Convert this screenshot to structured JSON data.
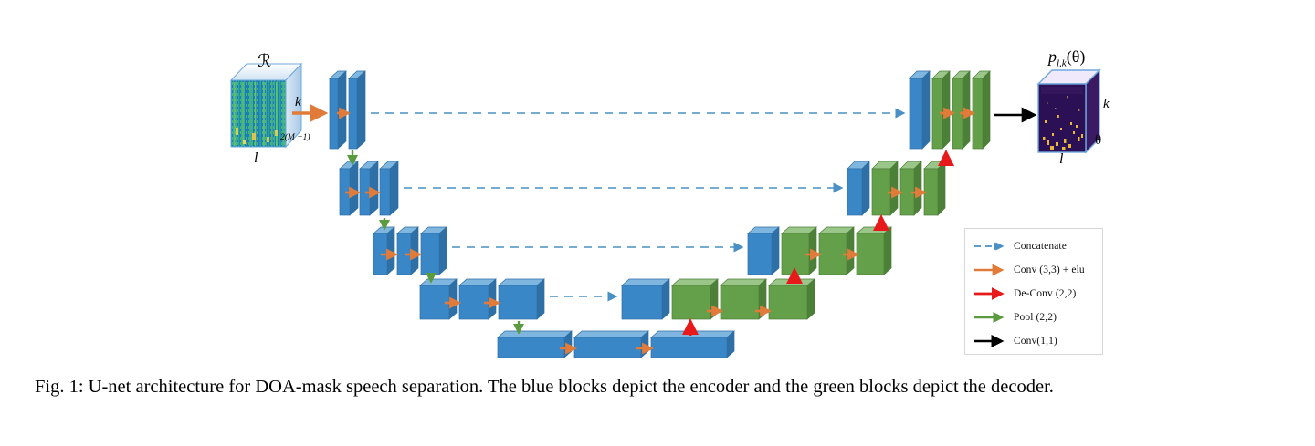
{
  "figure": {
    "id": "fig-1",
    "caption": "Fig. 1: U-net architecture for DOA-mask speech separation. The blue blocks depict the encoder and the green blocks depict the decoder.",
    "caption_prefix": "Fig. 1:",
    "title": "U-net architecture for DOA-mask speech separation"
  },
  "colors": {
    "encoder_blue": "#3A87C8",
    "encoder_blue_top": "#7FB6DF",
    "encoder_blue_side": "#2E6FA6",
    "decoder_green": "#64A04A",
    "decoder_green_top": "#9BC68A",
    "decoder_green_side": "#4C7F38",
    "concatenate": "#4A90C4",
    "conv33": "#E07B39",
    "deconv": "#E8191A",
    "pool": "#5B9B3F",
    "conv11": "#000000",
    "input_cube_outline": "#6FA8DC",
    "output_cube_outline": "#6FA8DC",
    "output_cube_fill": "#2B1055"
  },
  "input_cube": {
    "name": "input-tensor",
    "label_top": "ℛ",
    "label_depth": "k",
    "label_channels": "2(M −1)",
    "label_width": "l",
    "texture": "spectrogram-viridis"
  },
  "output_cube": {
    "name": "output-tensor",
    "label_top": "p",
    "label_top_sub": "l,k",
    "label_top_arg": "(θ)",
    "label_depth": "k",
    "label_angle": "θ",
    "label_width": "l",
    "texture": "doa-mask-sparse"
  },
  "legend": {
    "name": "legend-box",
    "items": [
      {
        "label": "Concatenate",
        "style": "dashed",
        "color": "#4A90C4",
        "icon": "arrow-right-dashed-icon"
      },
      {
        "label": "Conv (3,3) + elu",
        "style": "solid",
        "color": "#E07B39",
        "icon": "arrow-right-icon"
      },
      {
        "label": "De-Conv (2,2)",
        "style": "solid",
        "color": "#E8191A",
        "icon": "arrow-right-icon"
      },
      {
        "label": "Pool (2,2)",
        "style": "solid",
        "color": "#5B9B3F",
        "icon": "arrow-right-icon"
      },
      {
        "label": "Conv(1,1)",
        "style": "solid",
        "color": "#000000",
        "icon": "arrow-right-icon"
      }
    ]
  },
  "architecture": {
    "type": "u-net",
    "encoder_levels": 5,
    "decoder_levels": 4,
    "encoder_blocks_per_level": [
      2,
      3,
      3,
      3,
      3
    ],
    "decoder_blocks_per_level": [
      4,
      4,
      4,
      4
    ],
    "skip_connections": 4,
    "operations": {
      "conv": "Conv (3,3) + elu",
      "deconv": "De-Conv (2,2)",
      "pool": "Pool (2,2)",
      "final": "Conv(1,1)",
      "skip": "Concatenate"
    }
  }
}
